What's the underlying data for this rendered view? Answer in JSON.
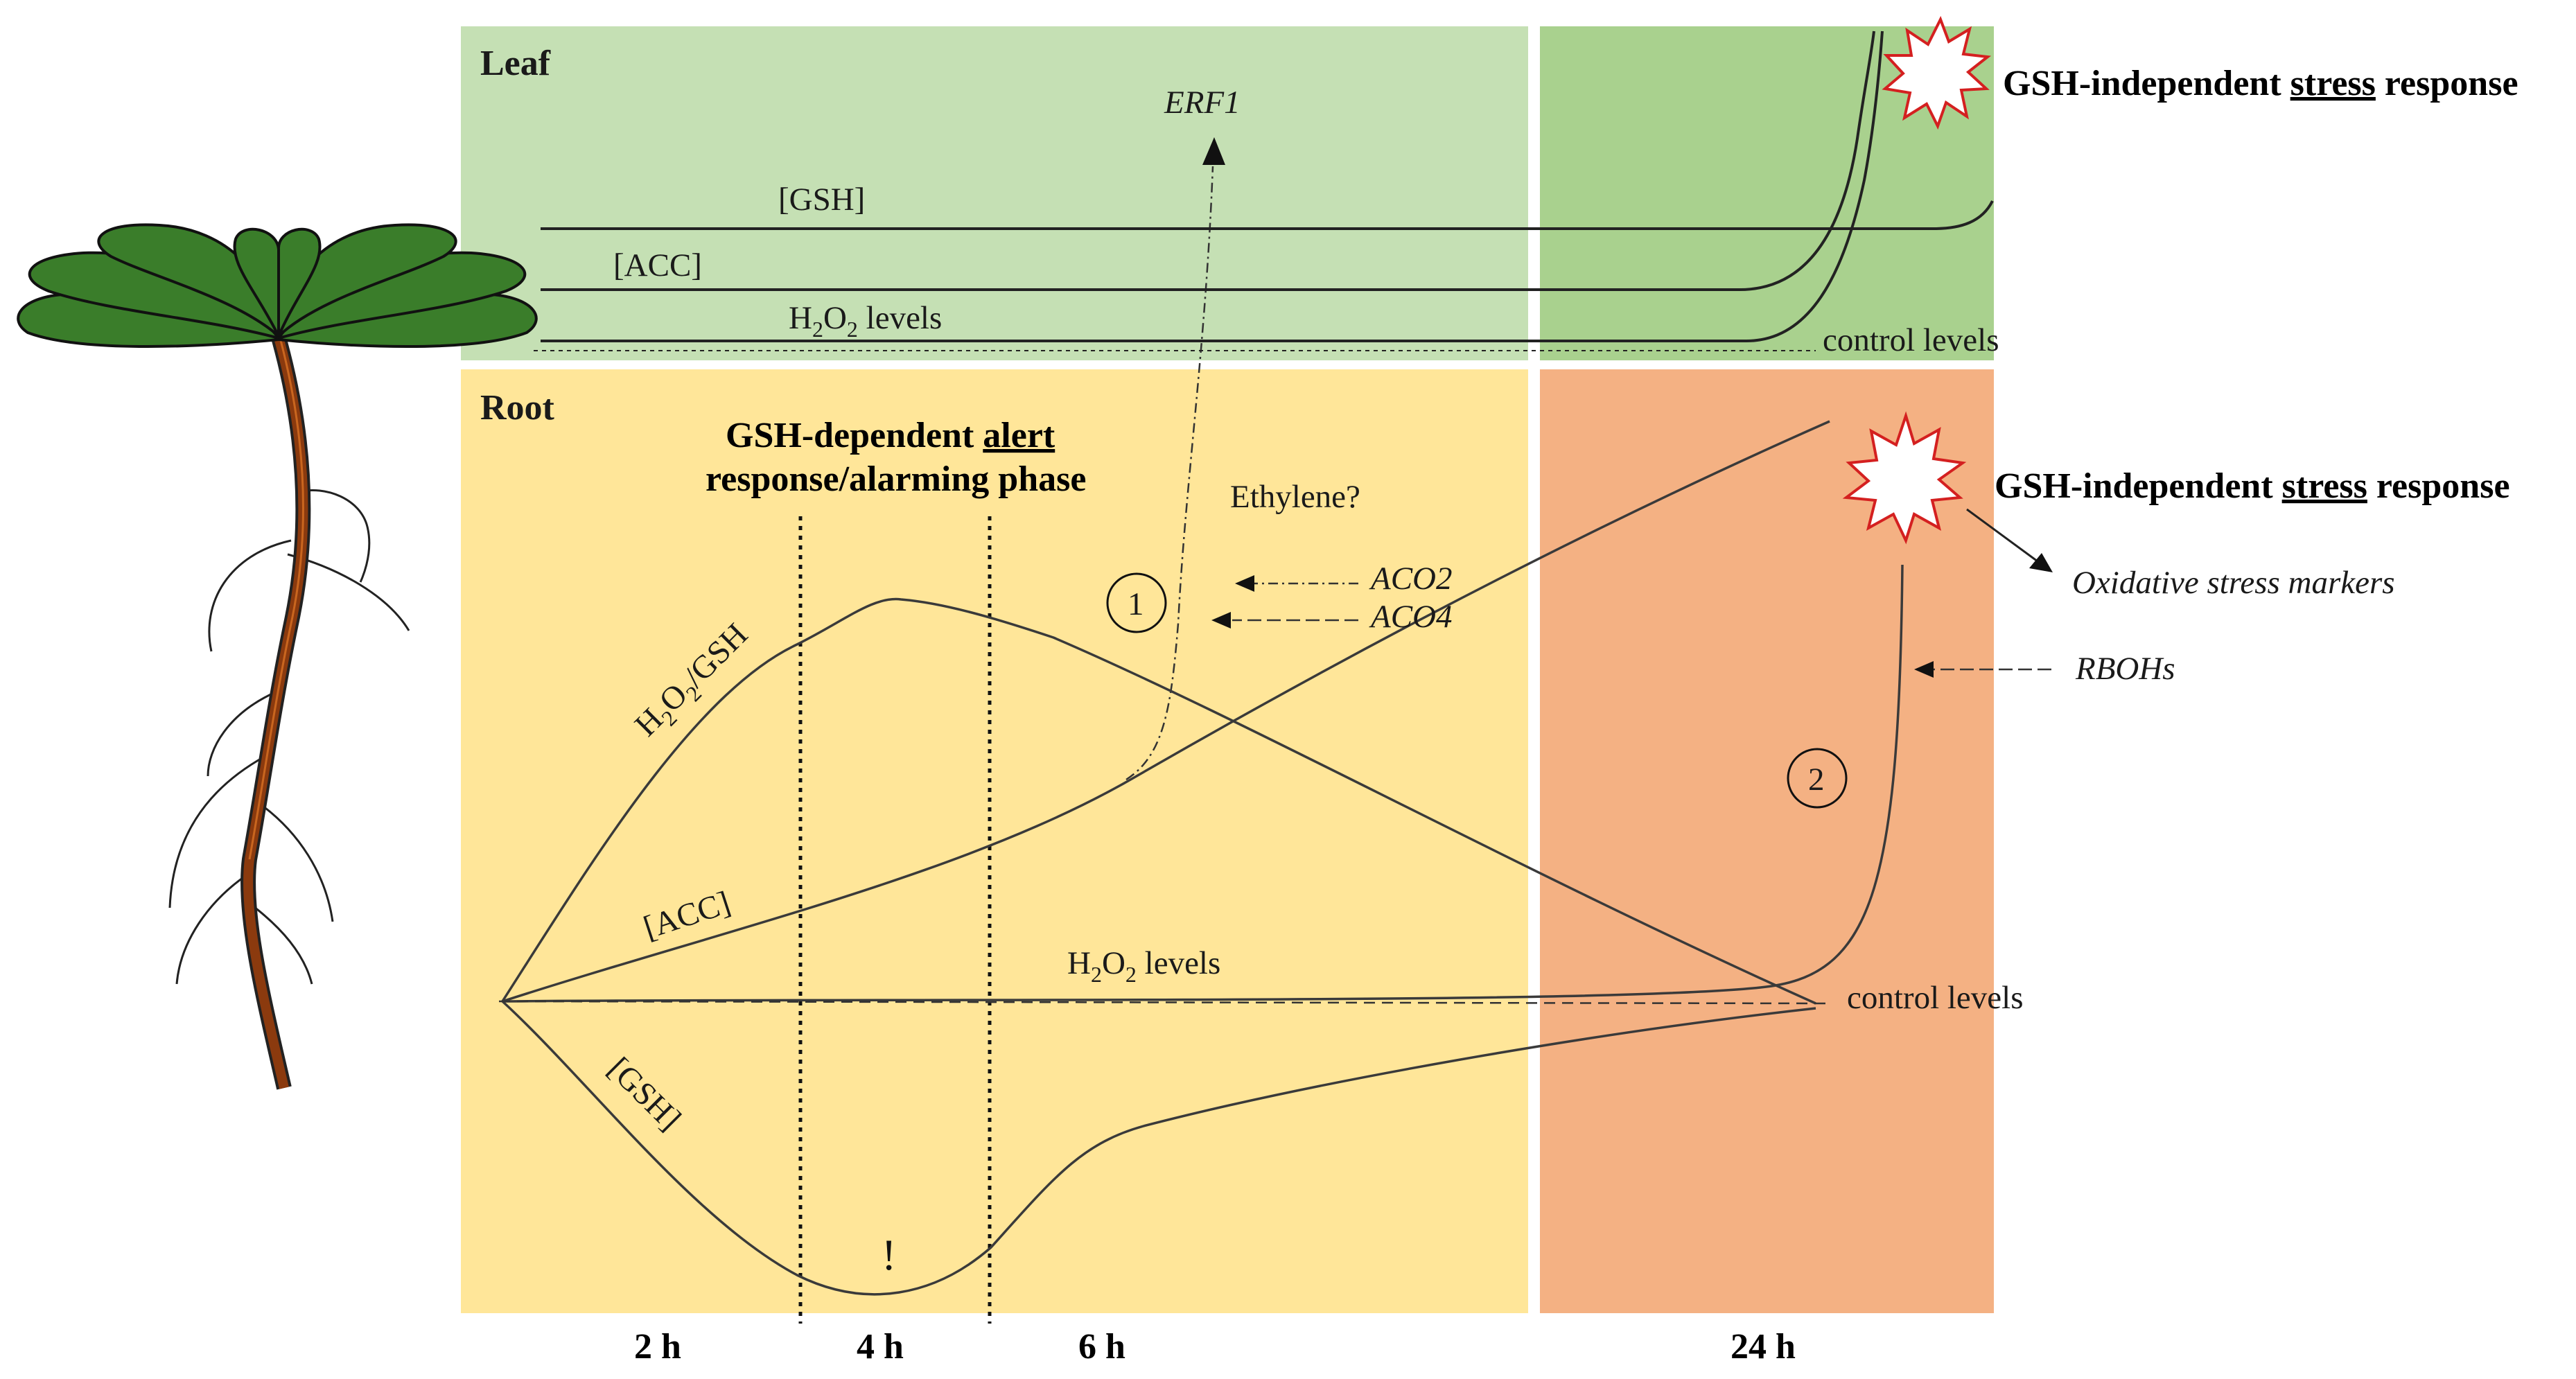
{
  "panels": {
    "leaf_title": "Leaf",
    "root_title": "Root"
  },
  "leaf": {
    "gsh_label": "[GSH]",
    "acc_label": "[ACC]",
    "h2o2_prefix": "H",
    "h2o2_sub1": "2",
    "h2o2_mid": "O",
    "h2o2_sub2": "2",
    "h2o2_suffix": " levels",
    "control_label": "control levels",
    "erf1_label": "ERF1",
    "stress_pre": "GSH-independent ",
    "stress_key": "stress",
    "stress_post": " response"
  },
  "root": {
    "alert_line1_pre": "GSH-dependent ",
    "alert_line1_key": "alert",
    "alert_line2": "response/alarming phase",
    "ethylene_label": "Ethylene?",
    "aco2_label": "ACO2",
    "aco4_label": "ACO4",
    "circle1": "1",
    "circle2": "2",
    "h2o2gsh_label": "H2O2/GSH",
    "acc_label": "[ACC]",
    "h2o2_label": "H2O2 levels",
    "gsh_label": "[GSH]",
    "control_label": "control levels",
    "exclamation": "!",
    "stress_pre": "GSH-independent ",
    "stress_key": "stress",
    "stress_post": " response",
    "oxidative_label": "Oxidative stress markers",
    "rbohs_label": "RBOHs"
  },
  "time_axis": [
    "2 h",
    "4 h",
    "6 h",
    "24 h"
  ],
  "colors": {
    "leaf_early": "#c5e0b4",
    "leaf_late": "#a9d18e",
    "root_early": "#ffe699",
    "root_late": "#f4b183",
    "burst_stroke": "#d42020",
    "plant_leaf": "#3a7d2a",
    "plant_stem": "#8b3a0e"
  }
}
